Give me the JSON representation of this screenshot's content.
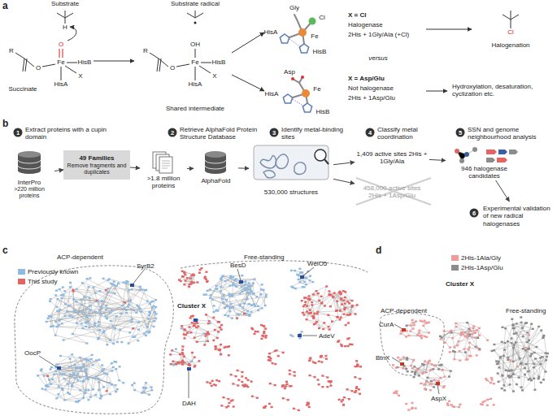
{
  "diagram": {
    "nodes": [
      {
        "text": [
          "InterPro",
          ">220 million proteins"
        ]
      },
      {
        "text": [
          "49 Families",
          "Remove fragments and duplicates"
        ]
      },
      {
        "text": [
          ">1.8 million proteins"
        ]
      },
      {
        "text": [
          "AlphaFold"
        ]
      },
      {
        "text": [
          "530,000 structures"
        ]
      },
      {
        "text": [
          "1,409 active sites 2His + 1Gly/Ala"
        ]
      },
      {
        "text": [
          "458,000 active sites 2His + 1Asp/Glu"
        ]
      },
      {
        "text": [
          "946 halogenase candidates"
        ]
      },
      {
        "text": [
          "Experimental validation of new radical halogenases"
        ]
      }
    ],
    "edges": [
      {
        "from": 0,
        "to": 1,
        "arrow": "to"
      },
      {
        "from": 1,
        "to": 2,
        "arrow": "to"
      },
      {
        "from": 2,
        "to": 3,
        "arrow": "to"
      },
      {
        "from": 3,
        "to": 4,
        "arrow": "to"
      },
      {
        "from": 4,
        "to": 5,
        "arrow": "to"
      },
      {
        "from": 4,
        "to": 6,
        "arrow": "to"
      },
      {
        "from": 5,
        "to": 7,
        "arrow": "to"
      },
      {
        "from": 7,
        "to": 8,
        "arrow": "to"
      }
    ],
    "labels": [
      "a",
      "Substrate",
      "H",
      "R",
      "O",
      "Succinate",
      "O",
      "Fe",
      "HisB",
      "HisA",
      "X",
      "Substrate radical",
      "R",
      "O",
      "OH",
      "Fe",
      "HisB",
      "HisA",
      "X",
      "Shared intermediate",
      "Gly",
      "Cl",
      "HisA",
      "Fe",
      "HisB",
      "Asp",
      "HisA",
      "Fe",
      "HisB",
      "X = Cl",
      "Halogenase",
      "2His + 1Gly/Ala (+Cl)",
      "versus",
      "X = Asp/Glu",
      "Not halogenase",
      "2His + 1Asp/Glu",
      "Cl",
      "Halogenation",
      "Hydroxylation, desaturation, cyclization etc.",
      "b",
      "1",
      "Extract proteins with a cupin domain",
      "2",
      "Retrieve AlphaFold Protein Structure Database",
      "3",
      "Identify metal-binding sites",
      "4",
      "Classify metal coordination",
      "5",
      "SSN and genome neighbourhood analysis",
      "6",
      "c",
      "ACP-dependent",
      "Free-standing",
      "SyrB2",
      "BesD",
      "WelO5",
      "Cluster X",
      "AdeV",
      "OocP",
      "DAH",
      "d",
      "Cluster X",
      "ACP-dependent",
      "Free-standing",
      "CurA",
      "BtnX",
      "AspX"
    ],
    "legend": [
      {
        "text": "Previously known",
        "color": "#8db9e3"
      },
      {
        "text": "This study",
        "color": "#e46464"
      },
      {
        "text": "2His-1Ala/Gly",
        "color": "#f29a9a"
      },
      {
        "text": "2His-1Asp/Glu",
        "color": "#8c8c8c"
      }
    ]
  }
}
